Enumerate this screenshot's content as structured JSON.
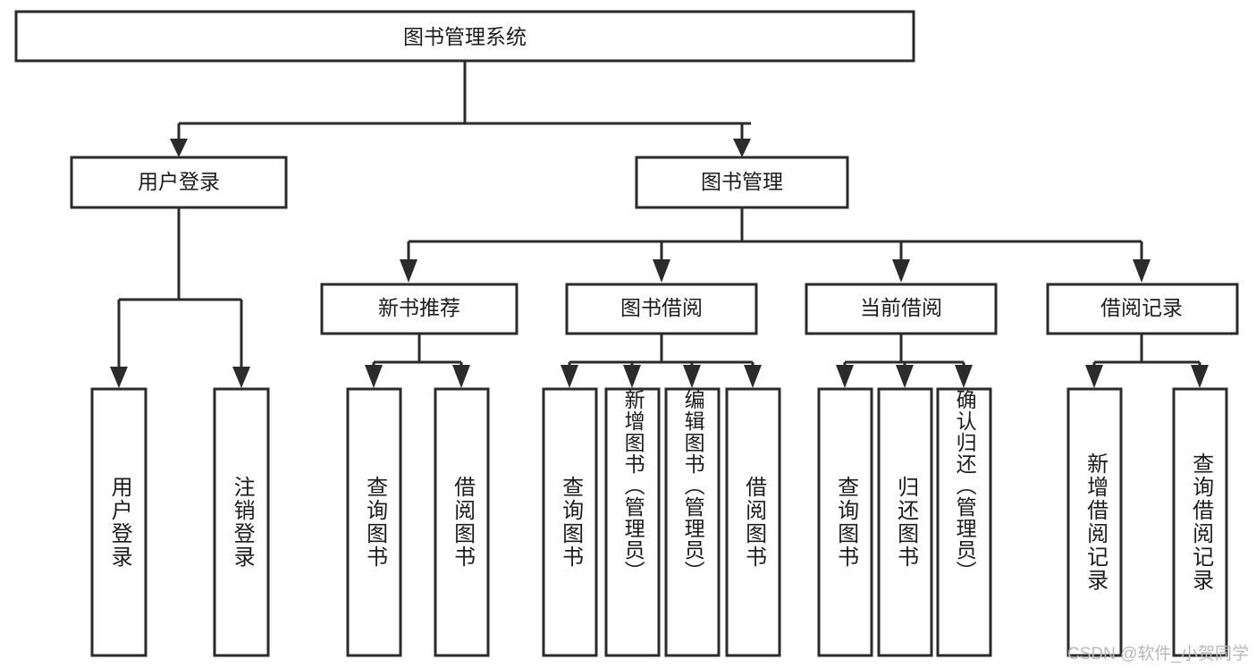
{
  "diagram": {
    "title": "图书管理系统",
    "type": "tree-hierarchy-chart",
    "watermark": "CSDN @软件_小贺同学",
    "colors": {
      "stroke": "#2b2b2b",
      "fill": "#ffffff",
      "text": "#1c1c1c",
      "watermark": "#b9b9b9"
    },
    "root": {
      "label": "图书管理系统"
    },
    "level2": [
      {
        "label": "用户登录"
      },
      {
        "label": "图书管理"
      }
    ],
    "level3": [
      {
        "label": "新书推荐"
      },
      {
        "label": "图书借阅"
      },
      {
        "label": "当前借阅"
      },
      {
        "label": "借阅记录"
      }
    ],
    "leaves": {
      "user_login": [
        {
          "label": "用户登录"
        },
        {
          "label": "注销登录"
        }
      ],
      "new_book_recommend": [
        {
          "label": "查询图书"
        },
        {
          "label": "借阅图书"
        }
      ],
      "book_borrow": [
        {
          "label": "查询图书"
        },
        {
          "label": "新增图书（管理员）"
        },
        {
          "label": "编辑图书（管理员）"
        },
        {
          "label": "借阅图书"
        }
      ],
      "current_borrow": [
        {
          "label": "查询图书"
        },
        {
          "label": "归还图书"
        },
        {
          "label": "确认归还（管理员）"
        }
      ],
      "borrow_record": [
        {
          "label": "新增借阅记录"
        },
        {
          "label": "查询借阅记录"
        }
      ]
    }
  }
}
